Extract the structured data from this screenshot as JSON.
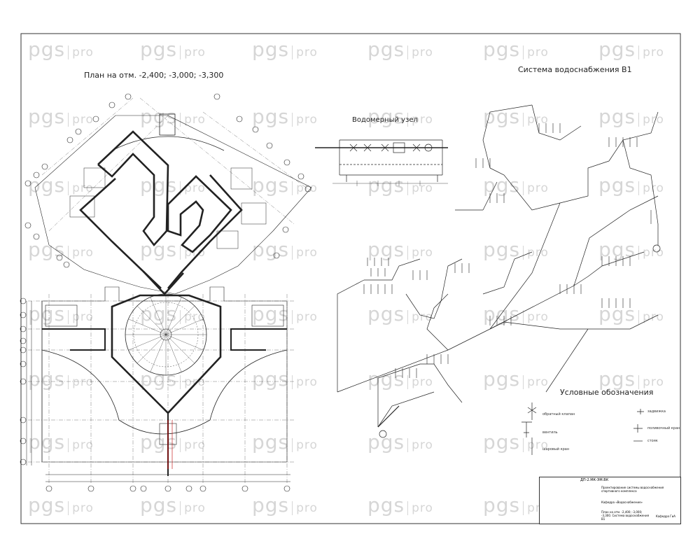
{
  "watermark": {
    "brand": "pgs",
    "suffix": "pro"
  },
  "titles": {
    "plan": "План на отм. -2,400; -3,000; -3,300",
    "system": "Система водоснабжения В1",
    "meter_unit": "Водомерный узел",
    "legend": "Условные обозначения"
  },
  "legend_items": [
    "обратный клапан",
    "вентиль",
    "шаровый кран",
    "задвижка",
    "поливочный кран",
    "стояк"
  ],
  "stamp": {
    "code": "ДП-2.МК-ЭМ.ВК",
    "description": "Проектирование системы водоснабжения спортивного комплекса",
    "department": "Кафедра «Водоснабжение»",
    "sheet_description": "План на отм. -2,400; -3,000; -3,300. Система водоснабжения В1",
    "organization": "Кафедра ГиА"
  }
}
